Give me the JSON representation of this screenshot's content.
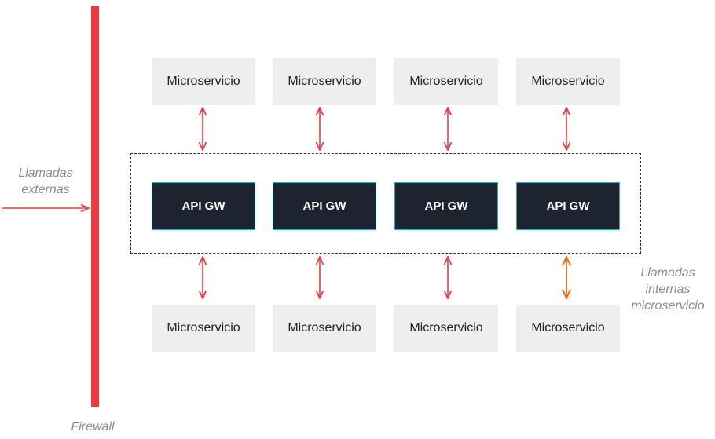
{
  "labels": {
    "external_calls": "Llamadas externas",
    "internal_calls": "Llamadas internas microservicio",
    "firewall": "Firewall"
  },
  "top_services": [
    {
      "label": "Microservicio"
    },
    {
      "label": "Microservicio"
    },
    {
      "label": "Microservicio"
    },
    {
      "label": "Microservicio"
    }
  ],
  "gateways": [
    {
      "label": "API GW"
    },
    {
      "label": "API GW"
    },
    {
      "label": "API GW"
    },
    {
      "label": "API GW"
    }
  ],
  "bottom_services": [
    {
      "label": "Microservicio"
    },
    {
      "label": "Microservicio"
    },
    {
      "label": "Microservicio"
    },
    {
      "label": "Microservicio"
    }
  ],
  "colors": {
    "firewall": "#ee3b41",
    "arrow": "#ee3b41",
    "highlight_arrow": "#f26a1b",
    "service_box": "#eeeeee",
    "gateway_box": "#1e2330",
    "gateway_border": "#39a7b3",
    "label_text": "#8d8d8d"
  }
}
